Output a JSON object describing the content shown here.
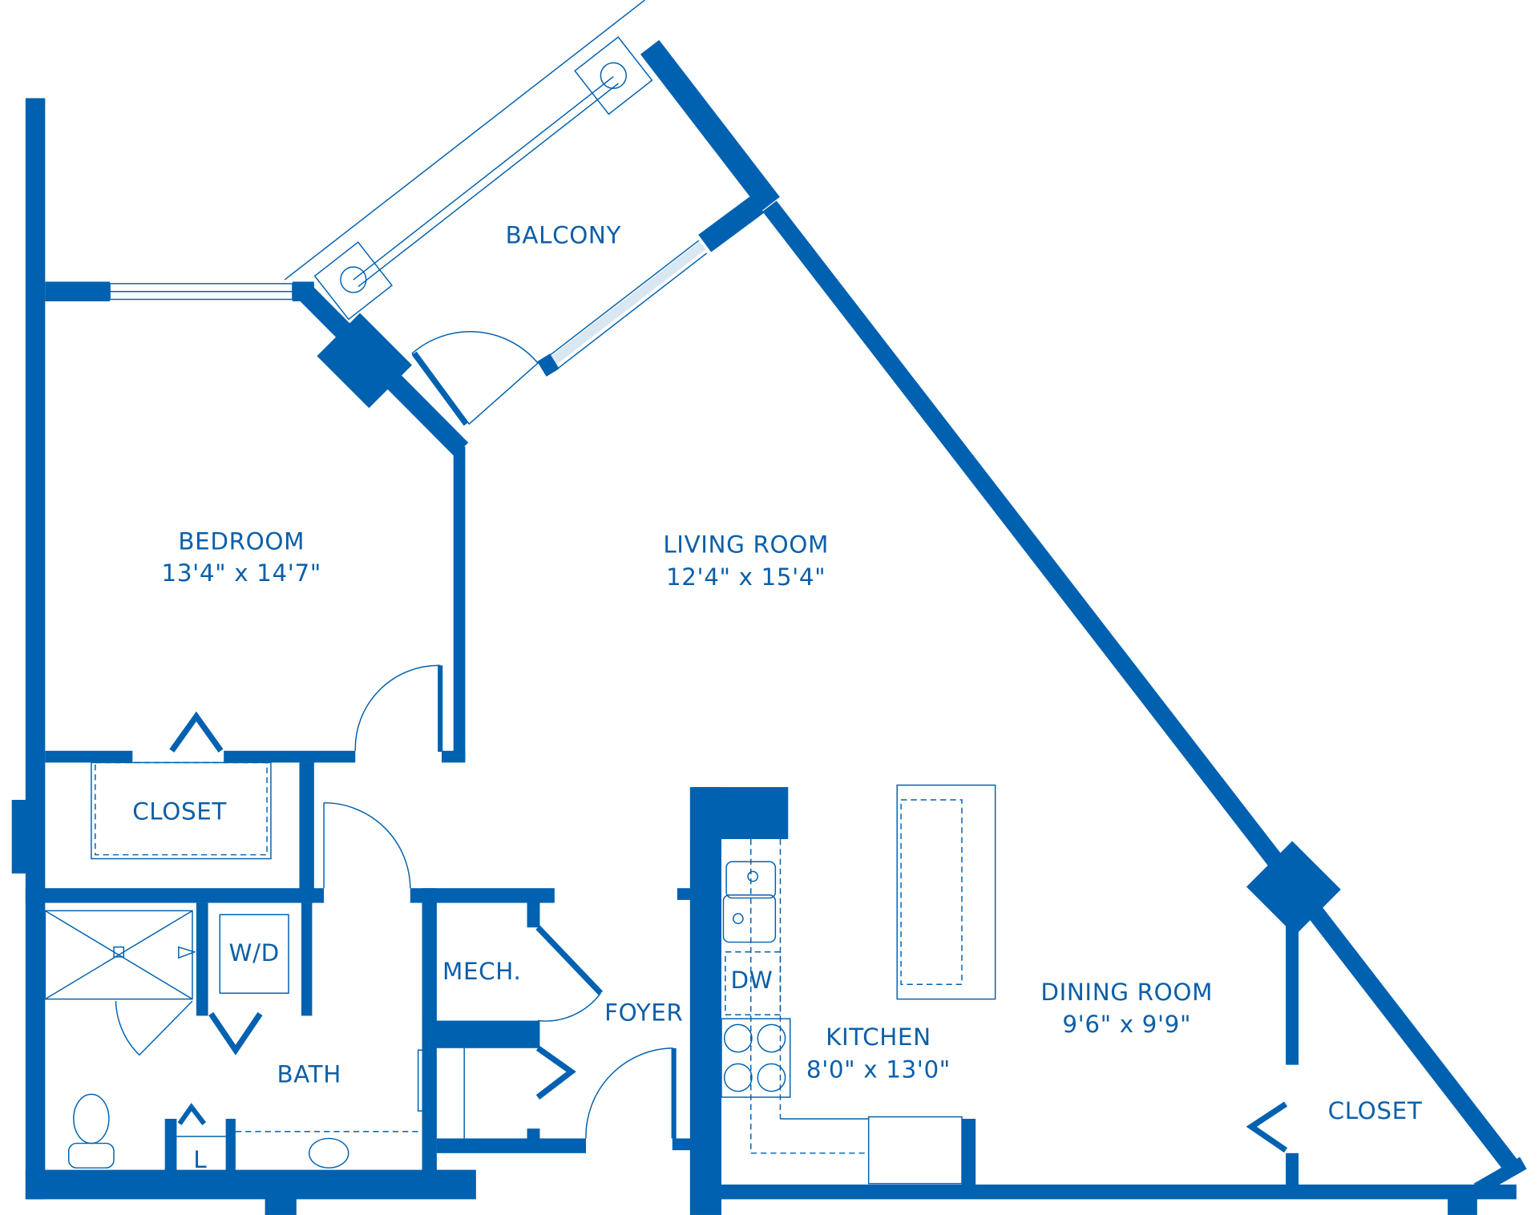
{
  "colors": {
    "wall": "#0061b0",
    "text": "#0d5fa8"
  },
  "rooms": {
    "balcony": {
      "name": "BALCONY"
    },
    "bedroom": {
      "name": "BEDROOM",
      "size": "13'4\" x 14'7\""
    },
    "living": {
      "name": "LIVING ROOM",
      "size": "12'4\" x 15'4\""
    },
    "closet1": {
      "name": "CLOSET"
    },
    "wd": {
      "name": "W/D"
    },
    "mech": {
      "name": "MECH."
    },
    "foyer": {
      "name": "FOYER"
    },
    "dw": {
      "name": "DW"
    },
    "kitchen": {
      "name": "KITCHEN",
      "size": "8'0\" x 13'0\""
    },
    "dining": {
      "name": "DINING ROOM",
      "size": "9'6\" x 9'9\""
    },
    "bath": {
      "name": "BATH"
    },
    "linen": {
      "name": "L"
    },
    "closet2": {
      "name": "CLOSET"
    }
  }
}
